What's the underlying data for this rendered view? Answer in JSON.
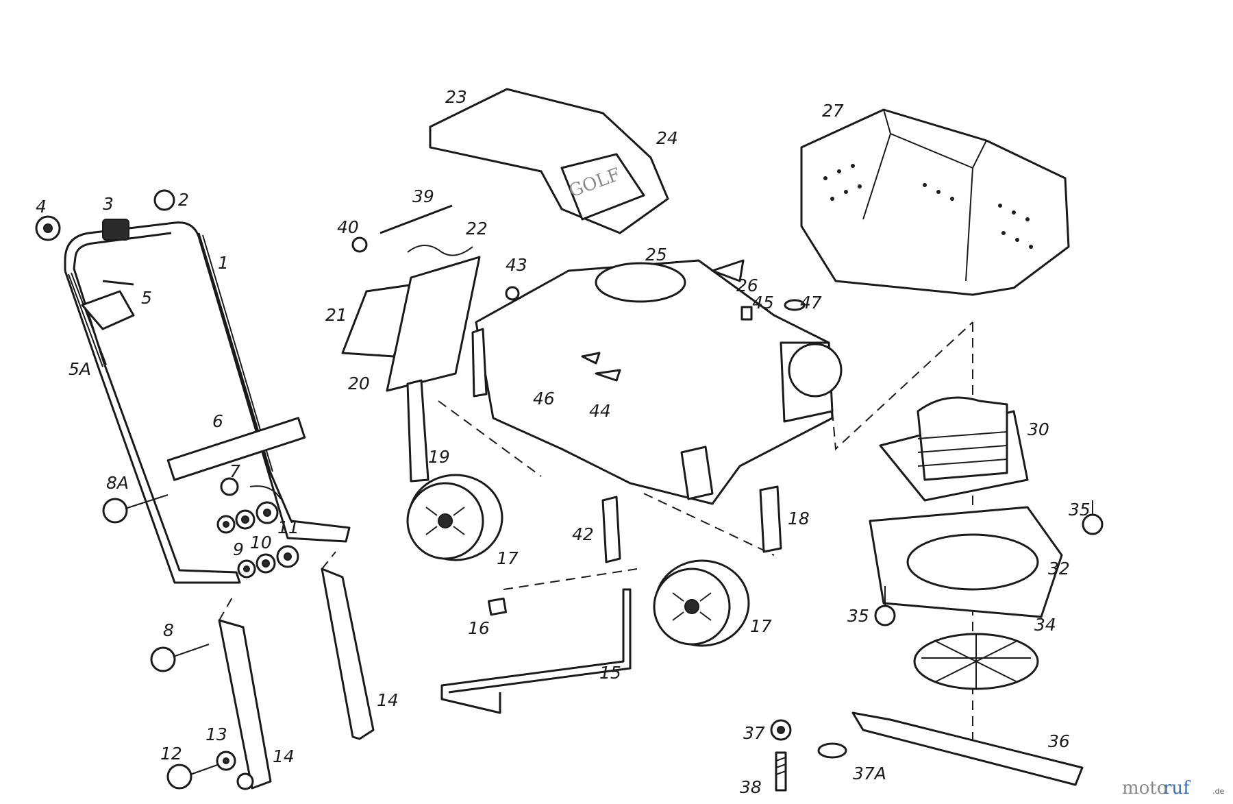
{
  "diagram": {
    "labels": [
      "1",
      "2",
      "3",
      "4",
      "5",
      "5A",
      "6",
      "7",
      "8",
      "8A",
      "9",
      "10",
      "11",
      "12",
      "13",
      "14",
      "15",
      "16",
      "17",
      "18",
      "19",
      "20",
      "21",
      "22",
      "23",
      "24",
      "25",
      "26",
      "27",
      "30",
      "32",
      "34",
      "35",
      "36",
      "37",
      "37A",
      "38",
      "39",
      "40",
      "42",
      "43",
      "44",
      "45",
      "46",
      "47"
    ],
    "cover_brand": "GOLF"
  },
  "watermark": {
    "text_a": "moto",
    "text_b": "ruf",
    "suffix": ".de"
  }
}
